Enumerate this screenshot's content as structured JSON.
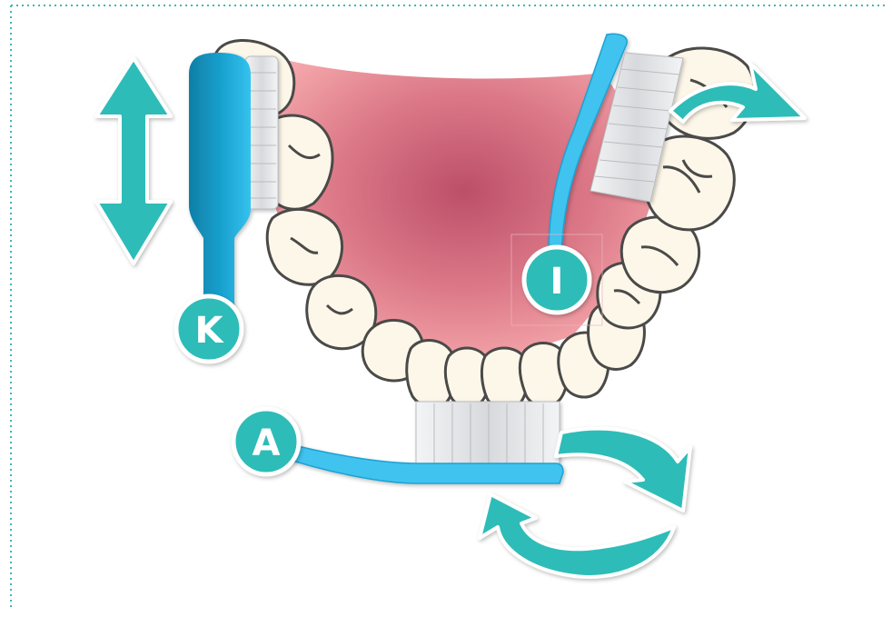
{
  "colors": {
    "teal": "#2fbcb8",
    "teal_dark": "#16968f",
    "brush_light_blue": "#3fc3ef",
    "brush_dark_blue": "#138fb8",
    "gum_center": "#c0536a",
    "gum_edge": "#f2a1a6",
    "tooth_fill": "#fdf7ea",
    "tooth_outline": "#4a4a48",
    "bristle": "#e5e6e8",
    "frame_dots": "#3fb8b0"
  },
  "labels": {
    "a": "A",
    "i": "I",
    "k": "K"
  },
  "icons": {
    "vertical_motion": "double-arrow-up-down-icon",
    "outward_motion": "curved-arrow-right-icon",
    "circular_motion": "circular-arrows-icon"
  }
}
